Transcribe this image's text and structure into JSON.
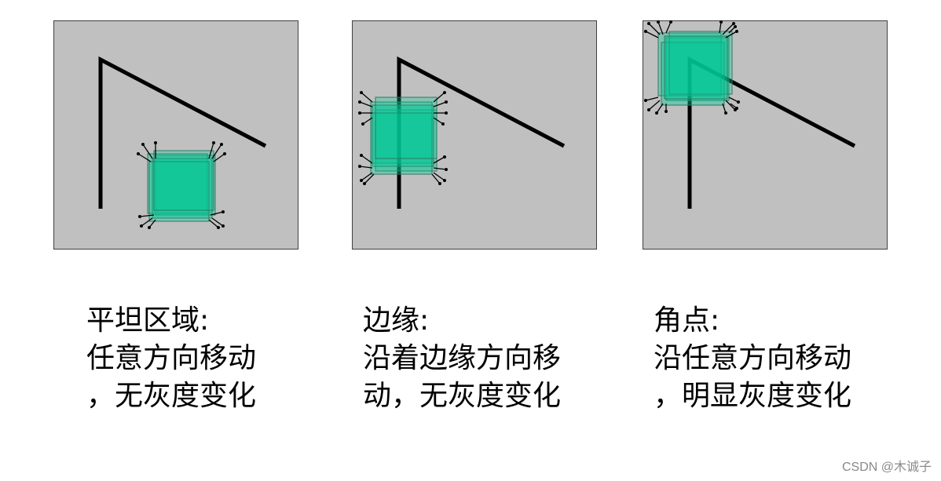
{
  "panels": [
    {
      "id": "flat",
      "caption": [
        "平坦区域:",
        "任意方向移动",
        "，无灰度变化"
      ]
    },
    {
      "id": "edge",
      "caption": [
        "边缘:",
        "沿着边缘方向移",
        "动，无灰度变化"
      ]
    },
    {
      "id": "corner",
      "caption": [
        "角点:",
        "沿任意方向移动",
        "，明显灰度变化"
      ]
    }
  ],
  "watermark": "CSDN @木诚子",
  "colors": {
    "panel_background": "#c0c0c0",
    "panel_border": "#404040",
    "shape_line": "#000000",
    "window_fill": "#00c896",
    "window_edge": "#2a7a60"
  }
}
